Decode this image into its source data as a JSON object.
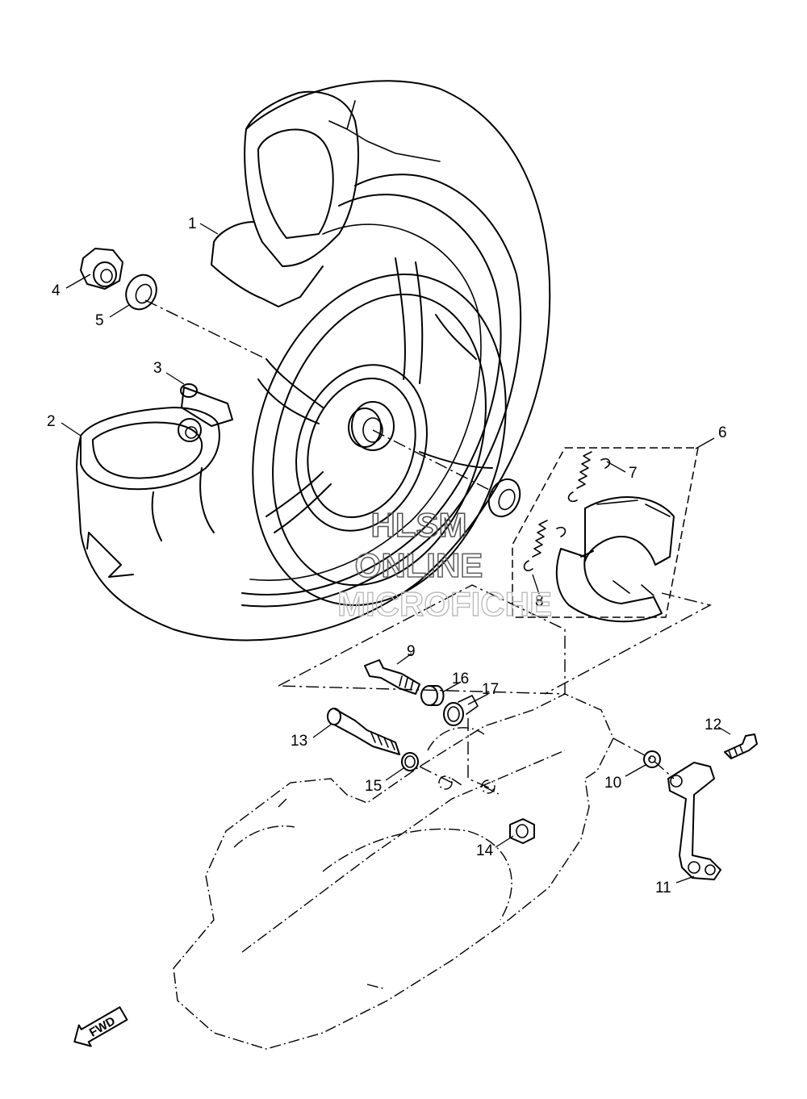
{
  "diagram": {
    "callouts": [
      "1",
      "2",
      "3",
      "4",
      "5",
      "6",
      "7",
      "8",
      "9",
      "10",
      "11",
      "12",
      "13",
      "14",
      "15",
      "16",
      "17"
    ],
    "watermark": {
      "line1": "HLSM",
      "line2": "ONLINE",
      "line3": "MICROFICHE"
    },
    "fwd_label": "FWD"
  }
}
